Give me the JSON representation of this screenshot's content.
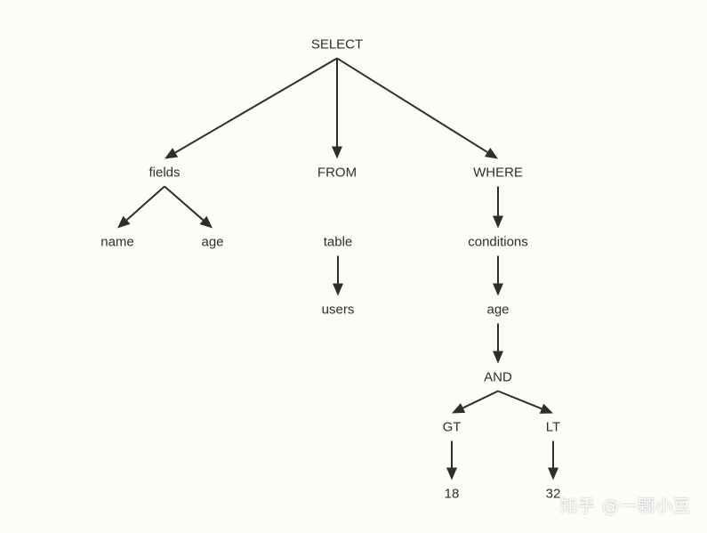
{
  "diagram": {
    "nodes": {
      "select": "SELECT",
      "fields": "fields",
      "from": "FROM",
      "where": "WHERE",
      "name": "name",
      "age_field": "age",
      "table": "table",
      "users": "users",
      "conditions": "conditions",
      "age_cond": "age",
      "and": "AND",
      "gt": "GT",
      "lt": "LT",
      "v18": "18",
      "v32": "32"
    },
    "edges": [
      [
        "select",
        "fields"
      ],
      [
        "select",
        "from"
      ],
      [
        "select",
        "where"
      ],
      [
        "fields",
        "name"
      ],
      [
        "fields",
        "age_field"
      ],
      [
        "table",
        "users"
      ],
      [
        "where",
        "conditions"
      ],
      [
        "conditions",
        "age_cond"
      ],
      [
        "age_cond",
        "and"
      ],
      [
        "and",
        "gt"
      ],
      [
        "and",
        "lt"
      ],
      [
        "gt",
        "v18"
      ],
      [
        "lt",
        "v32"
      ]
    ]
  },
  "watermark": "知乎 @一颗小豆",
  "colors": {
    "background": "#fdfcf8",
    "edge": "#2e2e2e",
    "text": "#2e2e2e"
  }
}
